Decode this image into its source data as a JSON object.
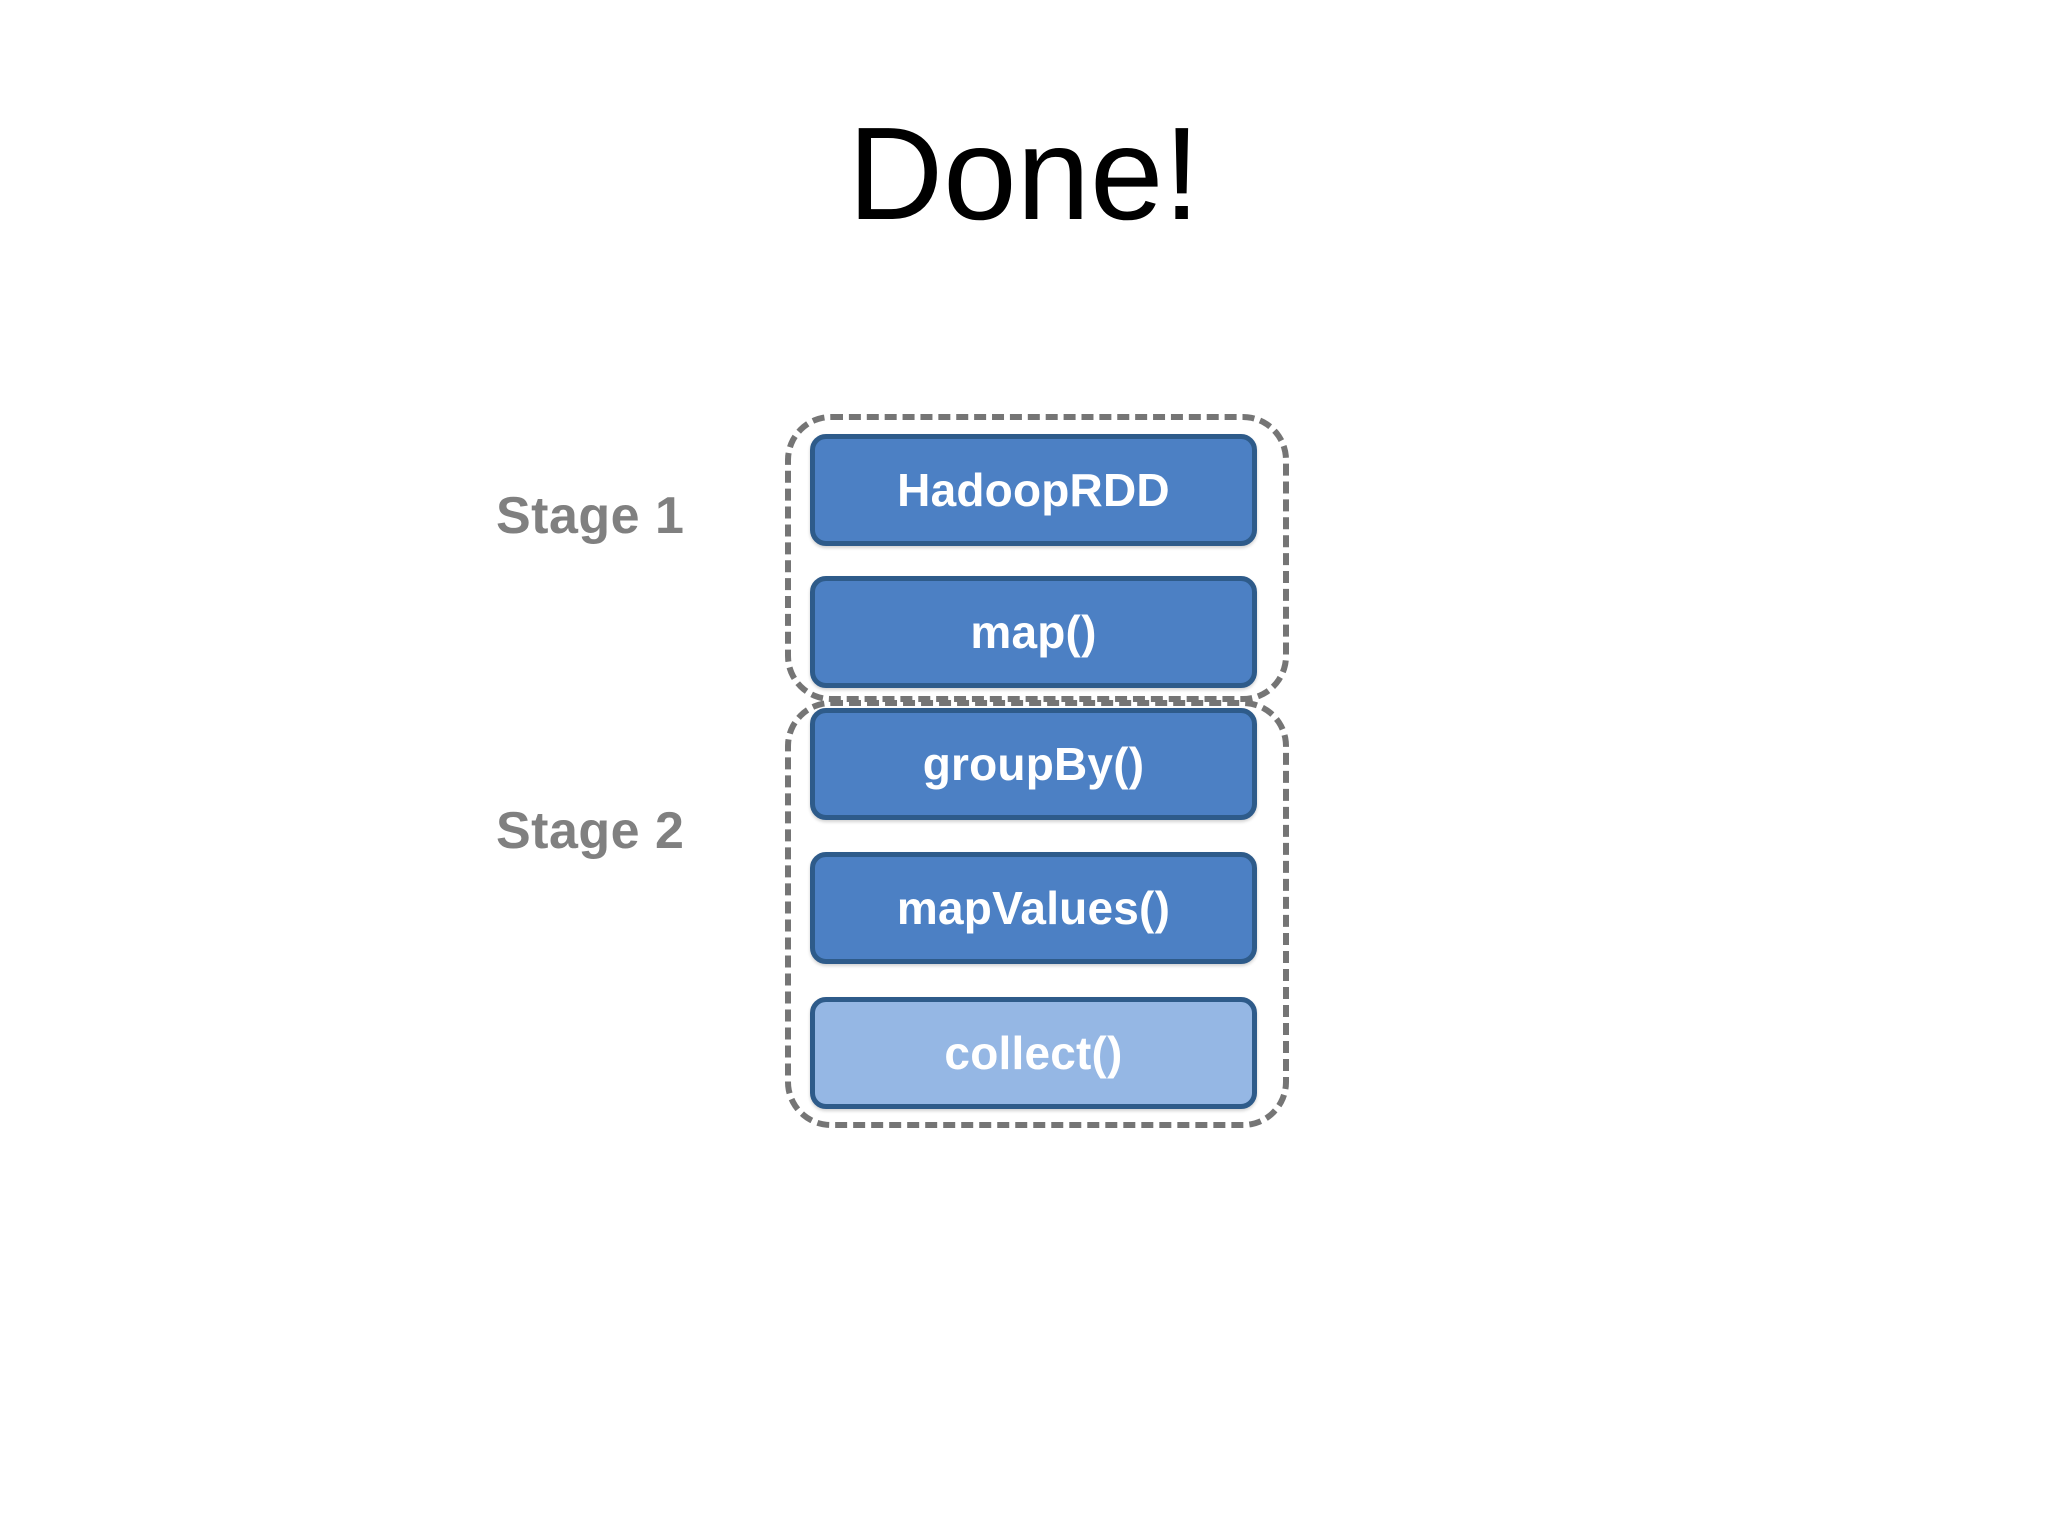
{
  "slide": {
    "title": "Done!",
    "background_color": "#ffffff"
  },
  "palette": {
    "title_color": "#000000",
    "stage_label_color": "#808080",
    "stage_border_color": "#757575",
    "box_border_color": "#2e5b8a",
    "box_fill_dark": "#4c80c4",
    "box_fill_light": "#95b7e4",
    "box_text_color": "#ffffff"
  },
  "diagram": {
    "stages": [
      {
        "label": "Stage 1"
      },
      {
        "label": "Stage 2"
      }
    ],
    "boxes": [
      {
        "label": "HadoopRDD",
        "stage": "Stage 1",
        "fill": "dark"
      },
      {
        "label": "map()",
        "stage": "Stage 1",
        "fill": "dark"
      },
      {
        "label": "groupBy()",
        "stage": "Stage 2",
        "fill": "dark"
      },
      {
        "label": "mapValues()",
        "stage": "Stage 2",
        "fill": "dark"
      },
      {
        "label": "collect()",
        "stage": "Stage 2",
        "fill": "light"
      }
    ]
  }
}
